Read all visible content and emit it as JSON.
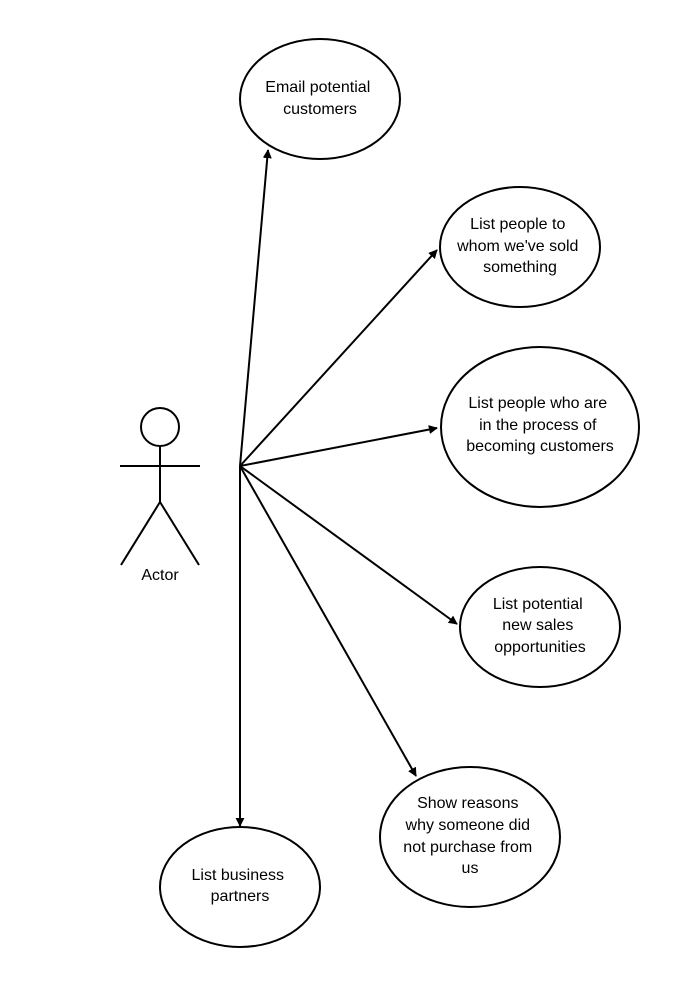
{
  "actor": {
    "label": "Actor"
  },
  "use_cases": [
    {
      "id": "email-potential-customers",
      "lines": [
        "Email potential",
        "customers"
      ]
    },
    {
      "id": "list-people-sold",
      "lines": [
        "List people to",
        "whom we've sold",
        "something"
      ]
    },
    {
      "id": "list-people-becoming-customers",
      "lines": [
        "List people who are",
        "in the process of",
        "becoming customers"
      ]
    },
    {
      "id": "list-potential-sales",
      "lines": [
        "List potential",
        "new sales",
        "opportunities"
      ]
    },
    {
      "id": "show-reasons-no-purchase",
      "lines": [
        "Show reasons",
        "why someone did",
        "not purchase from",
        "us"
      ]
    },
    {
      "id": "list-business-partners",
      "lines": [
        "List business",
        "partners"
      ]
    }
  ],
  "colors": {
    "stroke": "#000000",
    "fill": "#ffffff",
    "text": "#000000"
  }
}
